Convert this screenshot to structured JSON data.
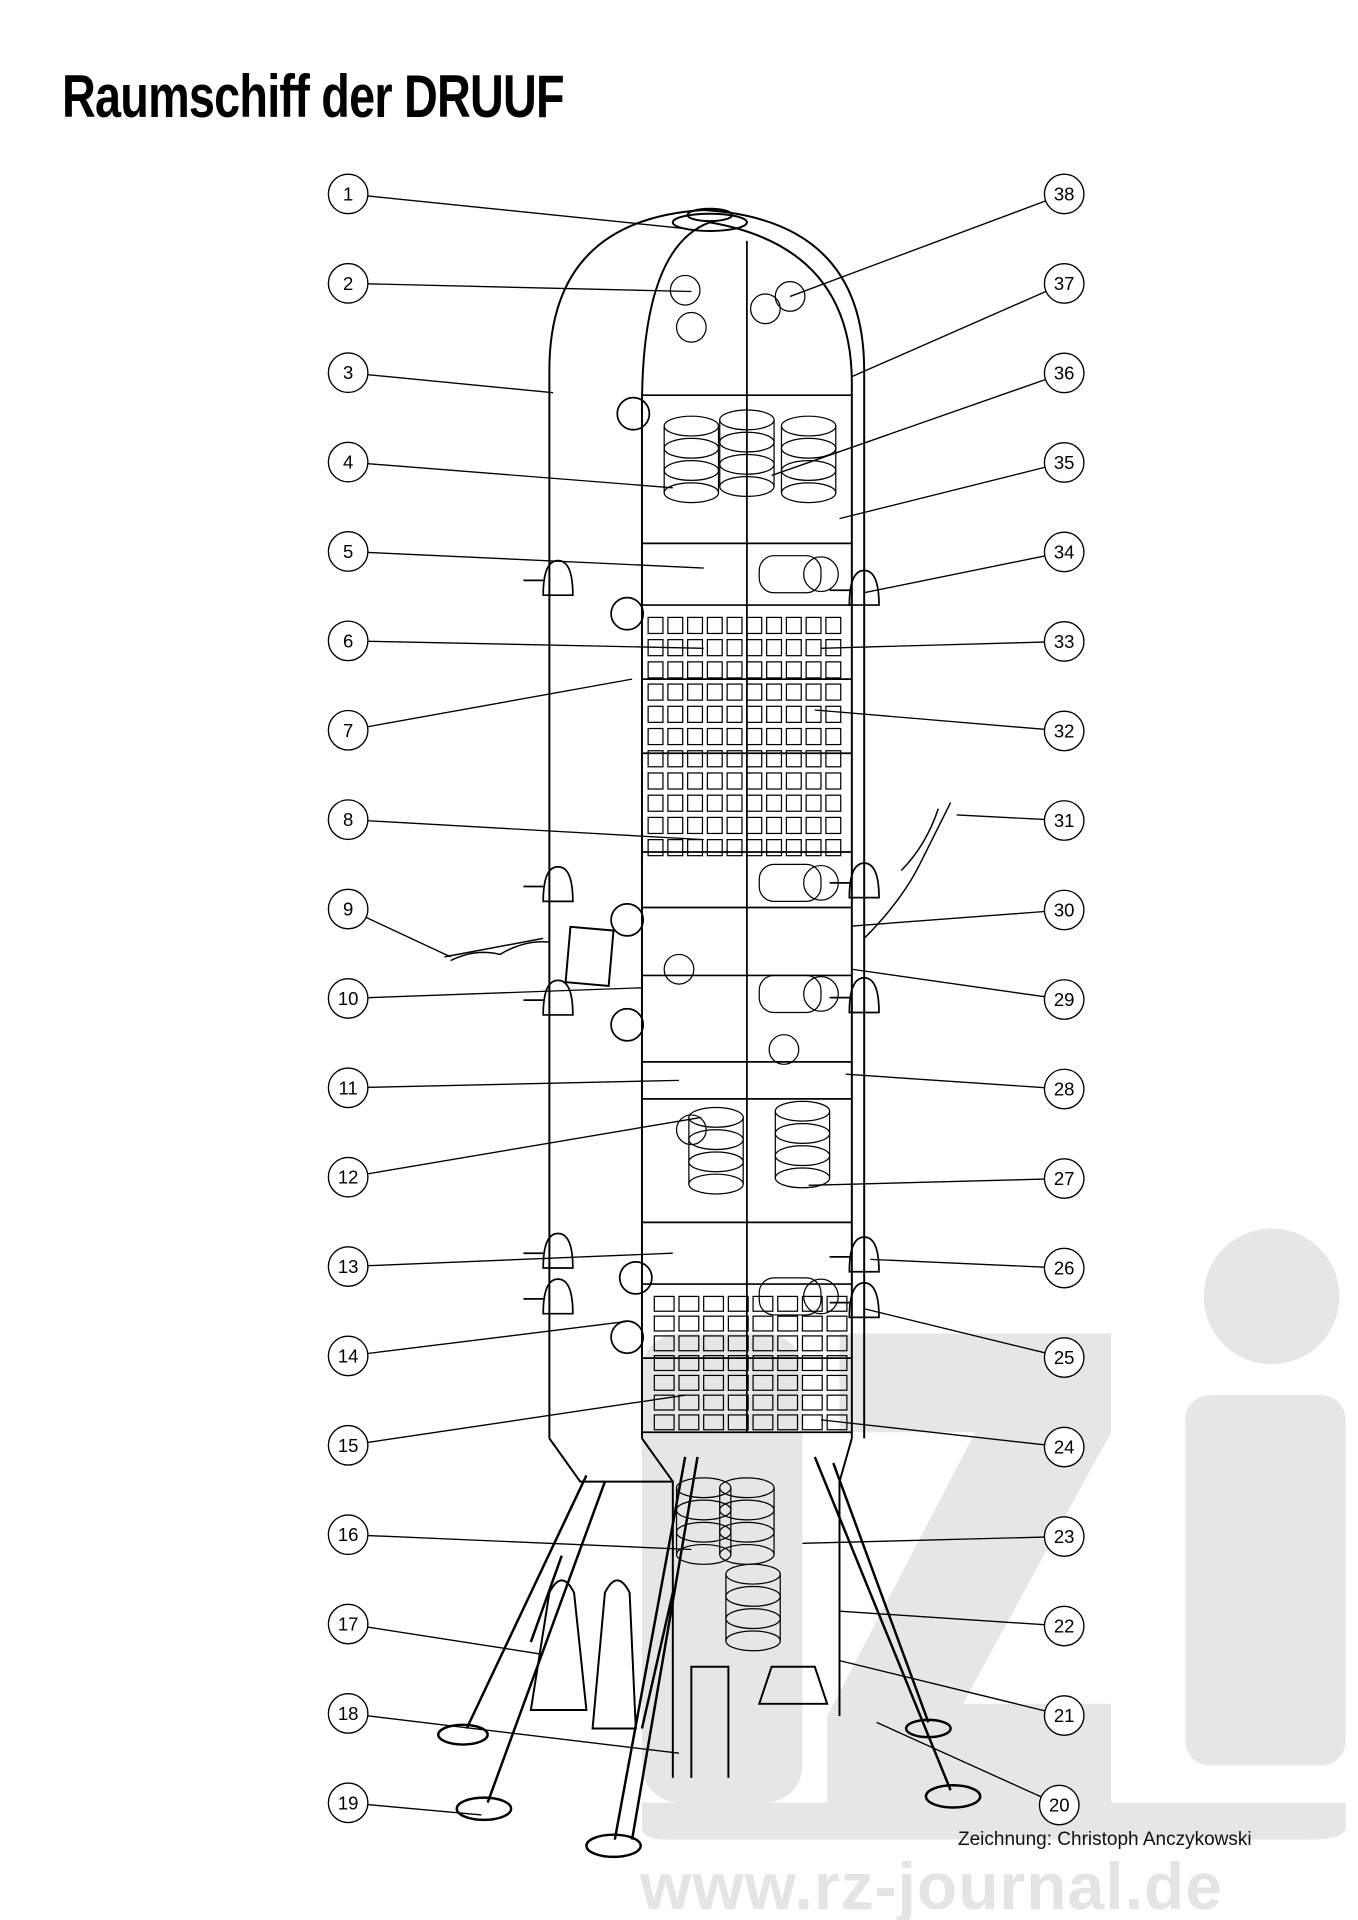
{
  "title": "Raumschiff der DRUUF",
  "credit": "Zeichnung: Christoph Anczykowski",
  "watermark": {
    "text": "www.rz-journal.de",
    "logo": "rzj",
    "color": "#e4e4e4"
  },
  "callouts_left": [
    "1",
    "2",
    "3",
    "4",
    "5",
    "6",
    "7",
    "8",
    "9",
    "10",
    "11",
    "12",
    "13",
    "14",
    "15",
    "16",
    "17",
    "18",
    "19"
  ],
  "callouts_right": [
    "38",
    "37",
    "36",
    "35",
    "34",
    "33",
    "32",
    "31",
    "30",
    "29",
    "28",
    "27",
    "26",
    "25",
    "24",
    "23",
    "22",
    "21",
    "20"
  ]
}
